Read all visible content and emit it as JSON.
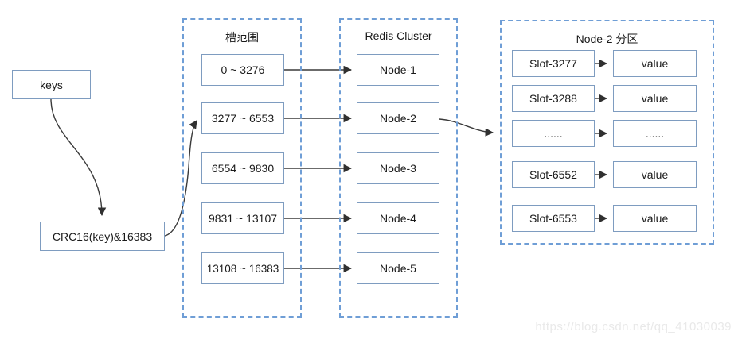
{
  "flow": {
    "keys_label": "keys",
    "hash_label": "CRC16(key)&16383"
  },
  "slot_ranges": {
    "title": "槽范围",
    "items": [
      "0 ~ 3276",
      "3277 ~ 6553",
      "6554 ~ 9830",
      "9831 ~ 13107",
      "13108 ~ 16383"
    ]
  },
  "cluster": {
    "title": "Redis Cluster",
    "items": [
      "Node-1",
      "Node-2",
      "Node-3",
      "Node-4",
      "Node-5"
    ]
  },
  "partition": {
    "title": "Node-2 分区",
    "rows": [
      {
        "slot": "Slot-3277",
        "value": "value"
      },
      {
        "slot": "Slot-3288",
        "value": "value"
      },
      {
        "slot": "......",
        "value": "......"
      },
      {
        "slot": "Slot-6552",
        "value": "value"
      },
      {
        "slot": "Slot-6553",
        "value": "value"
      }
    ]
  },
  "watermark": "https://blog.csdn.net/qq_41030039",
  "colors": {
    "box_border": "#7e9cc0",
    "container_border": "#6f9ed6",
    "arrow": "#3a3a3a",
    "text": "#1a1a1a",
    "watermark": "#e9e9e9"
  }
}
